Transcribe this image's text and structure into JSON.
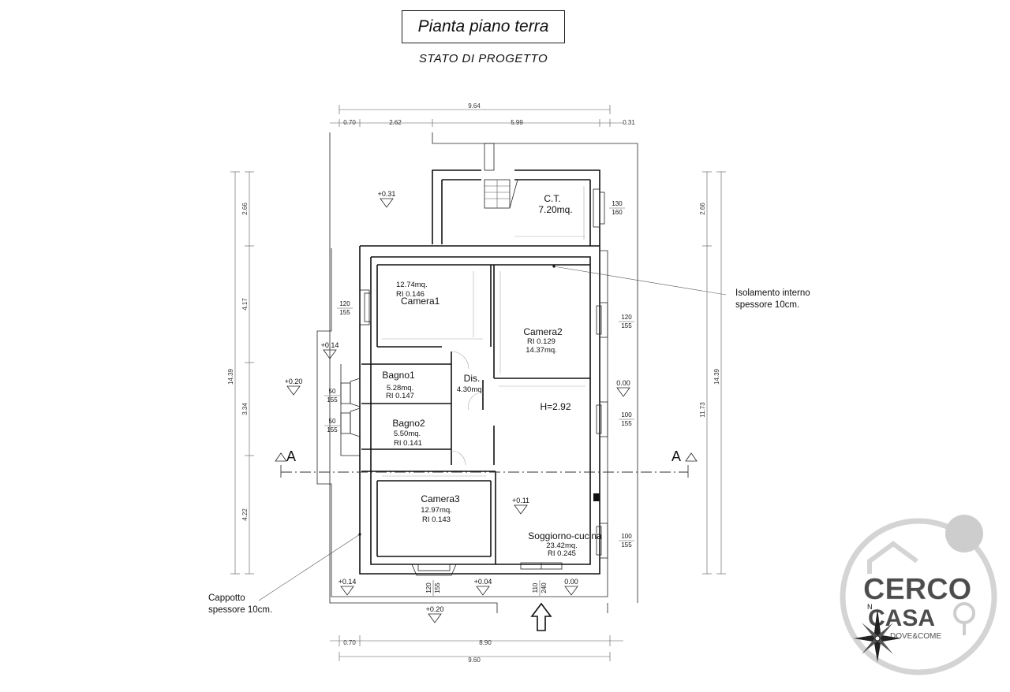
{
  "header": {
    "title": "Pianta piano terra",
    "subtitle": "STATO DI PROGETTO"
  },
  "dimensions": {
    "top": {
      "total": "9.64",
      "left": "0.70",
      "mid": "2.62",
      "right": "5.99",
      "end": "0.31"
    },
    "bottom": {
      "left": "0.70",
      "mid": "8.90",
      "total": "9.60"
    },
    "left": {
      "total": "14.39",
      "a": "2.66",
      "b": "4.17",
      "c": "3.34",
      "d": "4.22"
    },
    "right": {
      "total": "14.39",
      "a": "2.66",
      "b": "11.73"
    }
  },
  "rooms": {
    "ct": {
      "name": "C.T.",
      "area": "7.20mq."
    },
    "camera1": {
      "name": "Camera1",
      "area": "12.74mq.",
      "ri": "RI 0.146"
    },
    "camera2": {
      "name": "Camera2",
      "area": "14.37mq.",
      "ri": "RI 0.129"
    },
    "bagno1": {
      "name": "Bagno1",
      "area": "5.28mq.",
      "ri": "RI 0.147"
    },
    "bagno2": {
      "name": "Bagno2",
      "area": "5.50mq.",
      "ri": "RI 0.141"
    },
    "dis": {
      "name": "Dis.",
      "area": "4.30mq."
    },
    "height": "H=2.92",
    "camera3": {
      "name": "Camera3",
      "area": "12.97mq.",
      "ri": "RI 0.143"
    },
    "soggiorno": {
      "name": "Soggiorno-cucina",
      "area": "23.42mq.",
      "ri": "RI 0.245"
    }
  },
  "windows": {
    "ct": {
      "w": "130",
      "h": "160"
    },
    "camera1": {
      "w": "120",
      "h": "155"
    },
    "camera2": {
      "w": "120",
      "h": "155"
    },
    "bagno1": {
      "w": "50",
      "h": "155"
    },
    "bagno2": {
      "w": "50",
      "h": "155"
    },
    "soggiorno_e": {
      "w": "100",
      "h": "155"
    },
    "soggiorno_e2": {
      "w": "100",
      "h": "155"
    },
    "camera3": {
      "w": "120",
      "h": "155"
    },
    "entrance": {
      "w": "110",
      "h": "240"
    }
  },
  "levels": {
    "nw": "+0.31",
    "w1": "+0.14",
    "w2": "+0.20",
    "e": "0.00",
    "living": "+0.11",
    "sw": "+0.14",
    "s1": "+0.04",
    "s2": "0.00",
    "south": "+0.20"
  },
  "section": {
    "left": "A",
    "right": "A"
  },
  "notes": {
    "insulation_1": "Isolamento interno",
    "insulation_2": "spessore 10cm.",
    "coat_1": "Cappotto",
    "coat_2": "spessore 10cm."
  },
  "watermark": {
    "line1": "CERCO",
    "line2": "CASA",
    "tagline": "DOVE&COME"
  },
  "compass": {
    "north": "N"
  }
}
